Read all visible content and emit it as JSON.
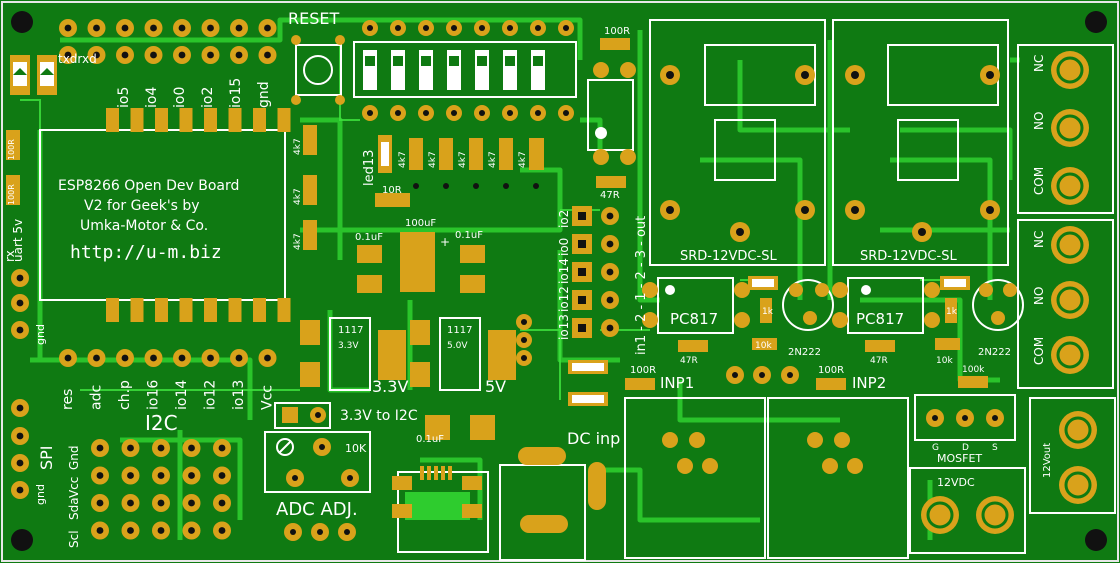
{
  "board": {
    "colors": {
      "substrate": "#0f7a12",
      "trace": "#2ecc2e",
      "copper": "#d9a21b",
      "silk": "#ffffff",
      "hole": "#111111"
    },
    "silkscreen": {
      "reset": "RESET",
      "title_lines": [
        "ESP8266 Open Dev Board",
        "V2 for Geek's by",
        "Umka-Motor & Co."
      ],
      "url": "http://u-m.biz",
      "top_header": [
        "io5",
        "io4",
        "io0",
        "io2",
        "io15",
        "gnd"
      ],
      "txdrxd": "txdrxd",
      "led13": "led13",
      "r_10r": "10R",
      "r_4k7": "4k7",
      "r_100r": "100R",
      "r_47r": "47R",
      "r_1k": "1k",
      "r_10k": "10k",
      "r_100k": "100k",
      "cap_01": "0.1uF",
      "cap_100": "100uF",
      "plus": "+",
      "reg_1117": "1117",
      "reg_33": "3.3V",
      "reg_50": "5.0V",
      "v33": "3.3V",
      "v5": "5V",
      "io_vert": [
        "io2",
        "io0",
        "io14",
        "io12",
        "io13"
      ],
      "in_labels": [
        "in1",
        "-",
        "2",
        "-",
        "1",
        "-",
        "2",
        "-",
        "3",
        "-",
        "out"
      ],
      "in_line": "in1 - 2 - 1 - 2 - 3 - out",
      "pc817": "PC817",
      "n2222": "2N222",
      "relay": "SRD-12VDC-SL",
      "inp1": "INP1",
      "inp2": "INP2",
      "nc": "NC",
      "no": "NO",
      "com": "COM",
      "bottom_header": [
        "res",
        "adc",
        "ch.p",
        "io16",
        "io14",
        "io12",
        "io13",
        "Vcc"
      ],
      "i2c": "I2C",
      "spi": "SPI",
      "i2c_cols": [
        "Scl",
        "Sda",
        "Vcc",
        "Gnd"
      ],
      "sw_label": "3.3V to I2C",
      "pot_10k": "10K",
      "adc_adj": "ADC ADJ.",
      "dc_inp": "DC inp",
      "mosfet": "MOSFET",
      "gds": [
        "G",
        "D",
        "S"
      ],
      "v12dc": "12VDC",
      "v12out": "12Vout",
      "left_labels": [
        "rx",
        "uart 5v",
        "gnd"
      ],
      "gnd": "gnd"
    }
  }
}
